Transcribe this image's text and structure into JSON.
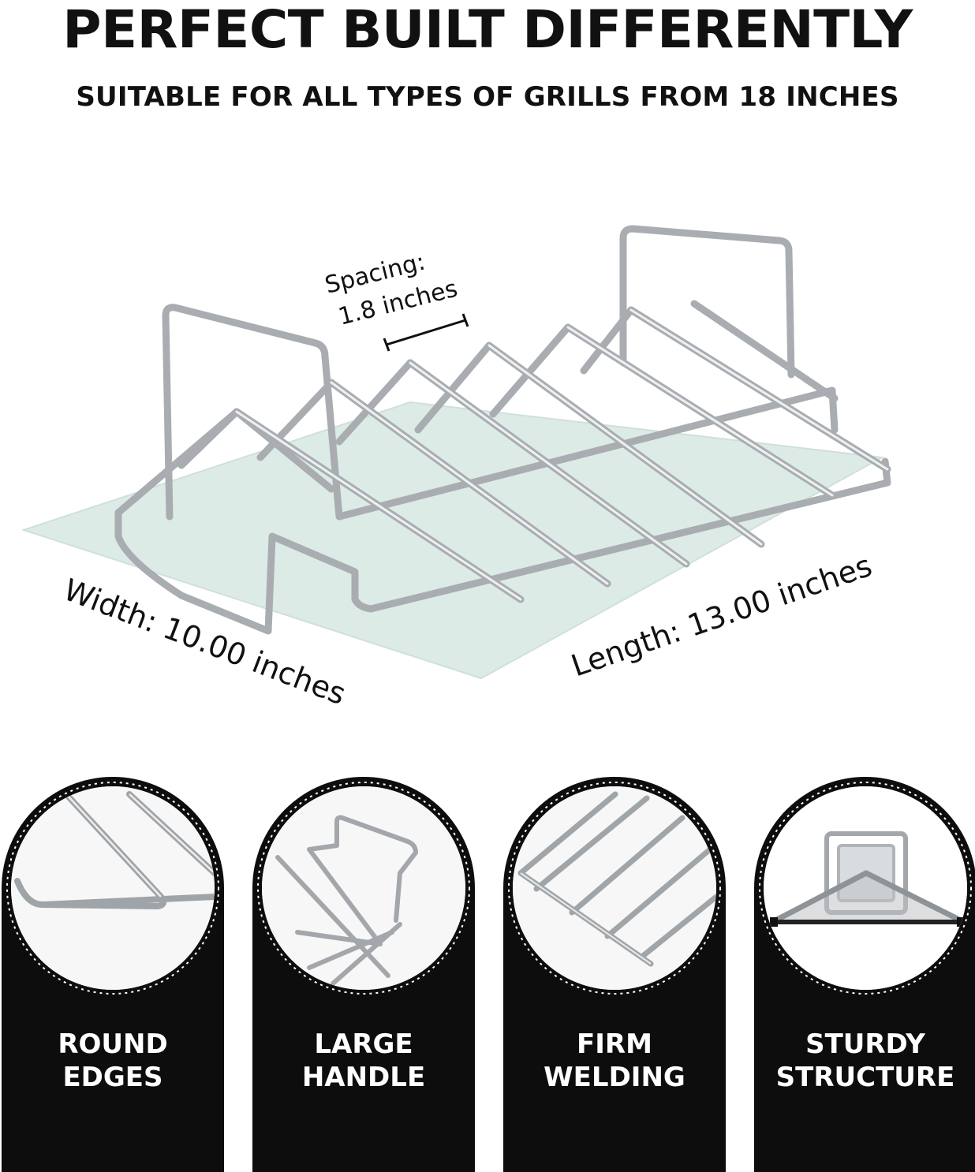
{
  "header": {
    "title": "PERFECT BUILT DIFFERENTLY",
    "subtitle": "SUITABLE FOR ALL TYPES OF GRILLS FROM 18 INCHES"
  },
  "product": {
    "spacing_label_line1": "Spacing:",
    "spacing_label_line2": "1.8 inches",
    "width_label": "Width: 10.00 inches",
    "length_label": "Length: 13.00 inches",
    "mat_color": "#dcebe6",
    "metal_color": "#b8bcbf"
  },
  "features": [
    {
      "line1": "ROUND",
      "line2": "EDGES",
      "icon": "round-edges-closeup-icon"
    },
    {
      "line1": "LARGE",
      "line2": "HANDLE",
      "icon": "large-handle-closeup-icon"
    },
    {
      "line1": "FIRM",
      "line2": "WELDING",
      "icon": "firm-welding-closeup-icon"
    },
    {
      "line1": "STURDY",
      "line2": "STRUCTURE",
      "icon": "sturdy-structure-closeup-icon"
    }
  ]
}
